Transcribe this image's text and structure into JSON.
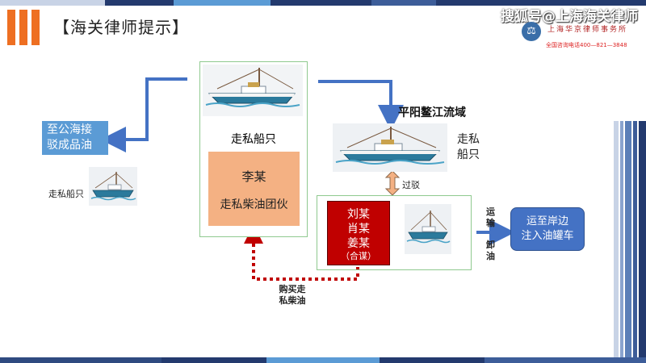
{
  "header": {
    "title": "【海关律师提示】"
  },
  "watermark": {
    "text": "搜狐号@上海海关律师",
    "logo_char": "",
    "firm_name": "上海华京律师事务所",
    "firm_phone": "全国咨询电话400—821—3848"
  },
  "nodes": {
    "fuel_destination": [
      "至公海接",
      "驳成品油"
    ],
    "main_ship_label": "走私船只",
    "lee_name": "李某",
    "lee_role": "走私柴油团伙",
    "location": "平阳鳌江流域",
    "right_ship_label": [
      "走私",
      "船只"
    ],
    "transfer_label": "过驳",
    "gang_names": [
      "刘某",
      "肖某",
      "姜某"
    ],
    "gang_note": "（合谋）",
    "transport_label_1": [
      "运",
      "输"
    ],
    "transport_label_2": [
      "卸",
      "油"
    ],
    "truck_destination": [
      "运至岸边",
      "注入油罐车"
    ],
    "small_ship_label": "走私船只",
    "buy_label": [
      "购买走",
      "私柴油"
    ]
  },
  "colors": {
    "accent_orange": "#ee6f22",
    "arrow_blue": "#4472c4",
    "fuel_box_blue": "#5b9bd5",
    "gang_red": "#c00000",
    "lee_peach": "#f4b183",
    "card_border_green": "#8fc98f",
    "dotted_arrow_red": "#c00000",
    "band_navy": "#233a6e"
  },
  "icons": [
    "fishing-boat-icon",
    "double-arrow-icon",
    "lawyer-logo-icon"
  ]
}
